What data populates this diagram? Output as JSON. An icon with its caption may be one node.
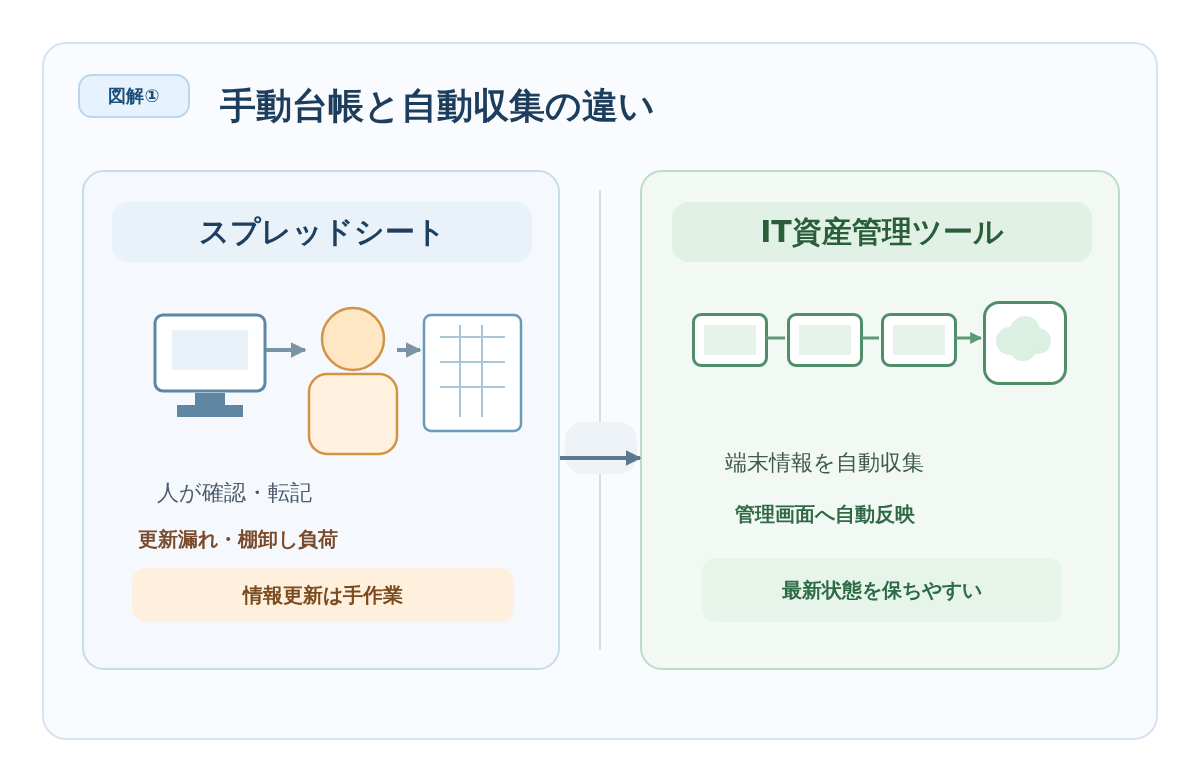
{
  "diagram": {
    "title": "手動台帳と自動収集の違い",
    "nodes": [
      {
        "text": [
          "図解①"
        ]
      },
      {
        "text": [],
        "shape": "box"
      },
      {
        "text": [
          "スプレッドシート"
        ],
        "in": 1
      },
      {
        "text": [],
        "shape": "monitor",
        "in": 1
      },
      {
        "text": [],
        "shape": "person",
        "in": 1
      },
      {
        "text": [],
        "shape": "sheet",
        "in": 1
      },
      {
        "text": [
          "情報更新は手作業"
        ],
        "in": 1
      },
      {
        "text": [],
        "shape": "box"
      },
      {
        "text": [
          "IT資産管理ツール"
        ],
        "in": 7
      },
      {
        "text": [],
        "shape": "box",
        "in": 7
      },
      {
        "text": [],
        "shape": "box",
        "in": 7
      },
      {
        "text": [],
        "shape": "box",
        "in": 7
      },
      {
        "text": [],
        "shape": "cloud",
        "in": 7
      },
      {
        "text": [
          "最新状態を保ちやすい"
        ],
        "in": 7
      }
    ],
    "edges": [
      {
        "from": 3,
        "to": 4,
        "arrow": "to"
      },
      {
        "from": 4,
        "to": 5,
        "arrow": "to"
      },
      {
        "from": 1,
        "to": 7,
        "arrow": "to",
        "color": "#5b7890"
      },
      {
        "from": 9,
        "to": 10,
        "arrow": "none",
        "color": "#5c9a74"
      },
      {
        "from": 10,
        "to": 11,
        "arrow": "none",
        "color": "#5c9a74"
      },
      {
        "from": 11,
        "to": 12,
        "arrow": "to",
        "color": "#5c9a74"
      }
    ],
    "labels": [
      "人が確認・転記",
      "更新漏れ・棚卸し負荷",
      "端末情報を自動収集",
      "管理画面へ自動反映"
    ]
  }
}
